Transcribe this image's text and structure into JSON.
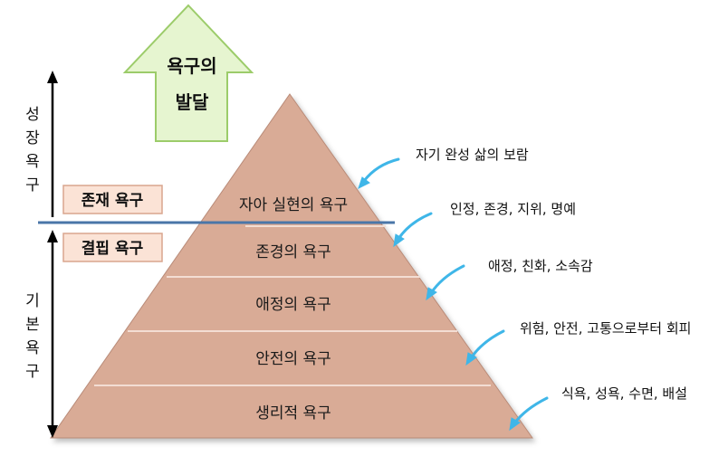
{
  "arrow": {
    "line1": "욕구의",
    "line2": "발달",
    "fill": "#e6f5d0",
    "stroke": "#9ccc6a"
  },
  "side": {
    "growth": "성장욕구",
    "basic": "기본욕구"
  },
  "boxes": {
    "existence": "존재 욕구",
    "deficiency": "결핍 욕구",
    "fill": "#fbe3d6",
    "stroke": "#d9a58e"
  },
  "levels": [
    "자아 실현의 욕구",
    "존경의 욕구",
    "애정의 욕구",
    "안전의 욕구",
    "생리적 욕구"
  ],
  "descriptions": [
    "자기 완성 삶의 보람",
    "인정, 존경, 지위, 명예",
    "애정, 친화, 소속감",
    "위험, 안전, 고통으로부터 회피",
    "식욕, 성욕, 수면, 배설"
  ],
  "colors": {
    "pyramid": "#d9ab96",
    "pyramid_edge": "#b98b78",
    "divider": "#4a76a8",
    "pointer": "#3fb6e8"
  }
}
